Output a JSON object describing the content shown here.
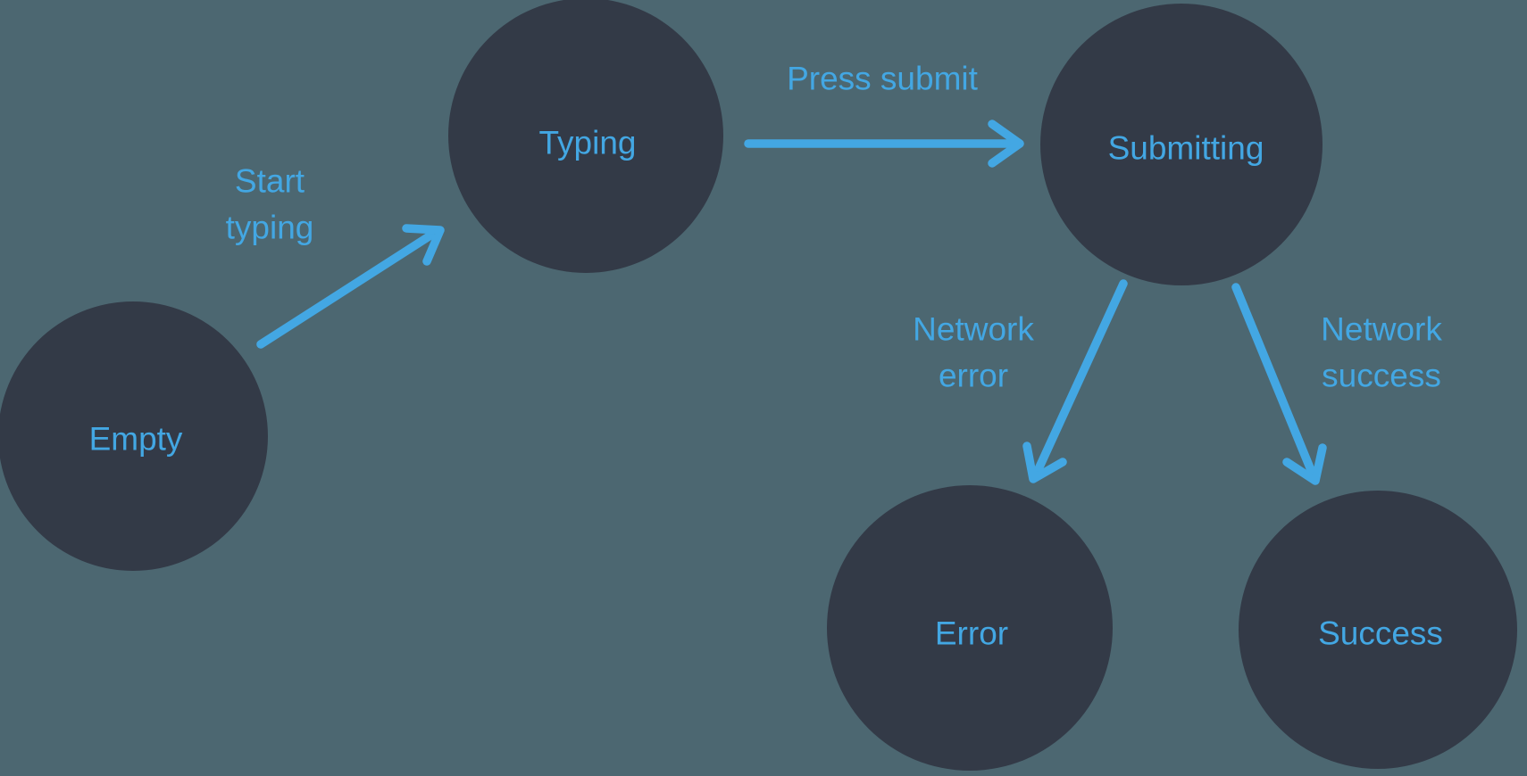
{
  "diagram": {
    "type": "state-machine",
    "colors": {
      "background": "#4c6771",
      "node_fill": "#333a47",
      "accent": "#43a7e3"
    },
    "nodes": [
      {
        "id": "empty",
        "label": "Empty"
      },
      {
        "id": "typing",
        "label": "Typing"
      },
      {
        "id": "submitting",
        "label": "Submitting"
      },
      {
        "id": "error",
        "label": "Error"
      },
      {
        "id": "success",
        "label": "Success"
      }
    ],
    "edges": [
      {
        "from": "empty",
        "to": "typing",
        "label_lines": [
          "Start",
          "typing"
        ]
      },
      {
        "from": "typing",
        "to": "submitting",
        "label_lines": [
          "Press submit"
        ]
      },
      {
        "from": "submitting",
        "to": "error",
        "label_lines": [
          "Network",
          "error"
        ]
      },
      {
        "from": "submitting",
        "to": "success",
        "label_lines": [
          "Network",
          "success"
        ]
      }
    ]
  }
}
